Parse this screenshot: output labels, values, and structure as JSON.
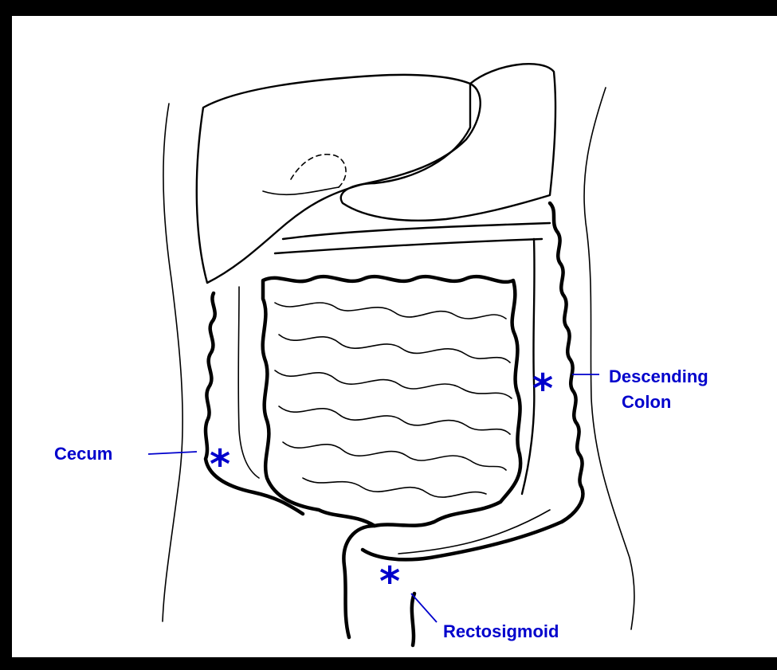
{
  "diagram": {
    "labels": {
      "descending_line1": "Descending",
      "descending_line2": "Colon",
      "cecum": "Cecum",
      "rectosigmoid": "Rectosigmoid"
    },
    "marker_symbol": "*"
  },
  "colors": {
    "background": "#000000",
    "canvas": "#ffffff",
    "ink": "#000000",
    "annotation": "#0000cc"
  }
}
